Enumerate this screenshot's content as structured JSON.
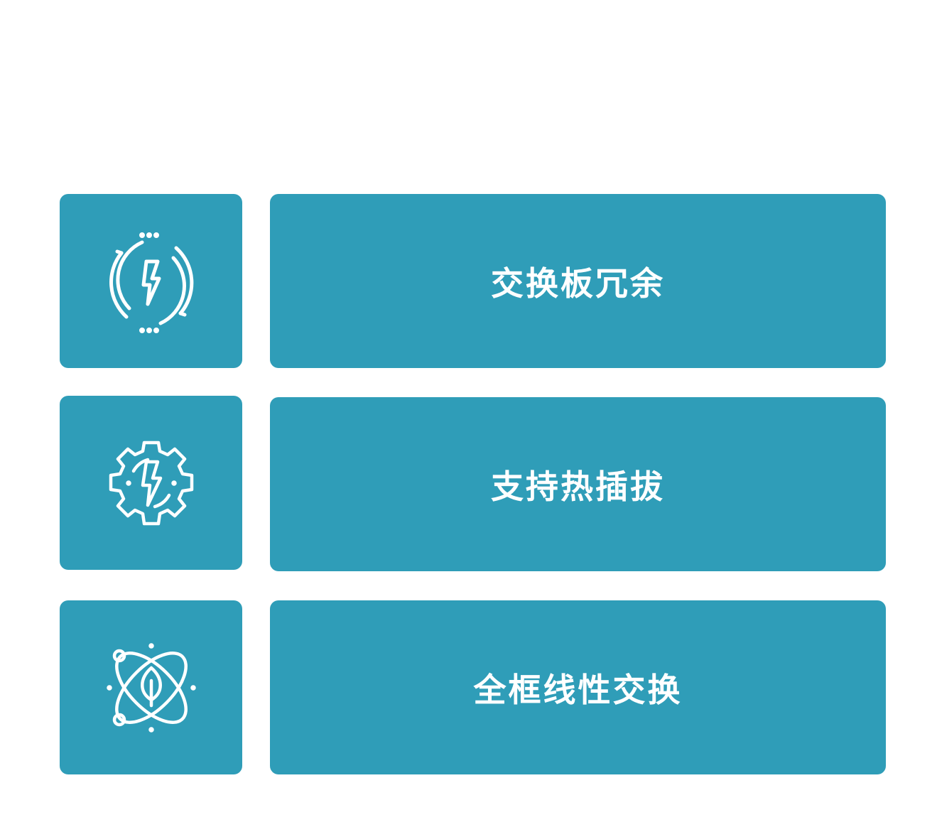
{
  "accent_color": "#2f9db8",
  "features": [
    {
      "icon": "power-cycle-bolt-icon",
      "label": "交换板冗余"
    },
    {
      "icon": "gear-bolt-icon",
      "label": "支持热插拔"
    },
    {
      "icon": "atom-leaf-icon",
      "label": "全框线性交换"
    }
  ]
}
